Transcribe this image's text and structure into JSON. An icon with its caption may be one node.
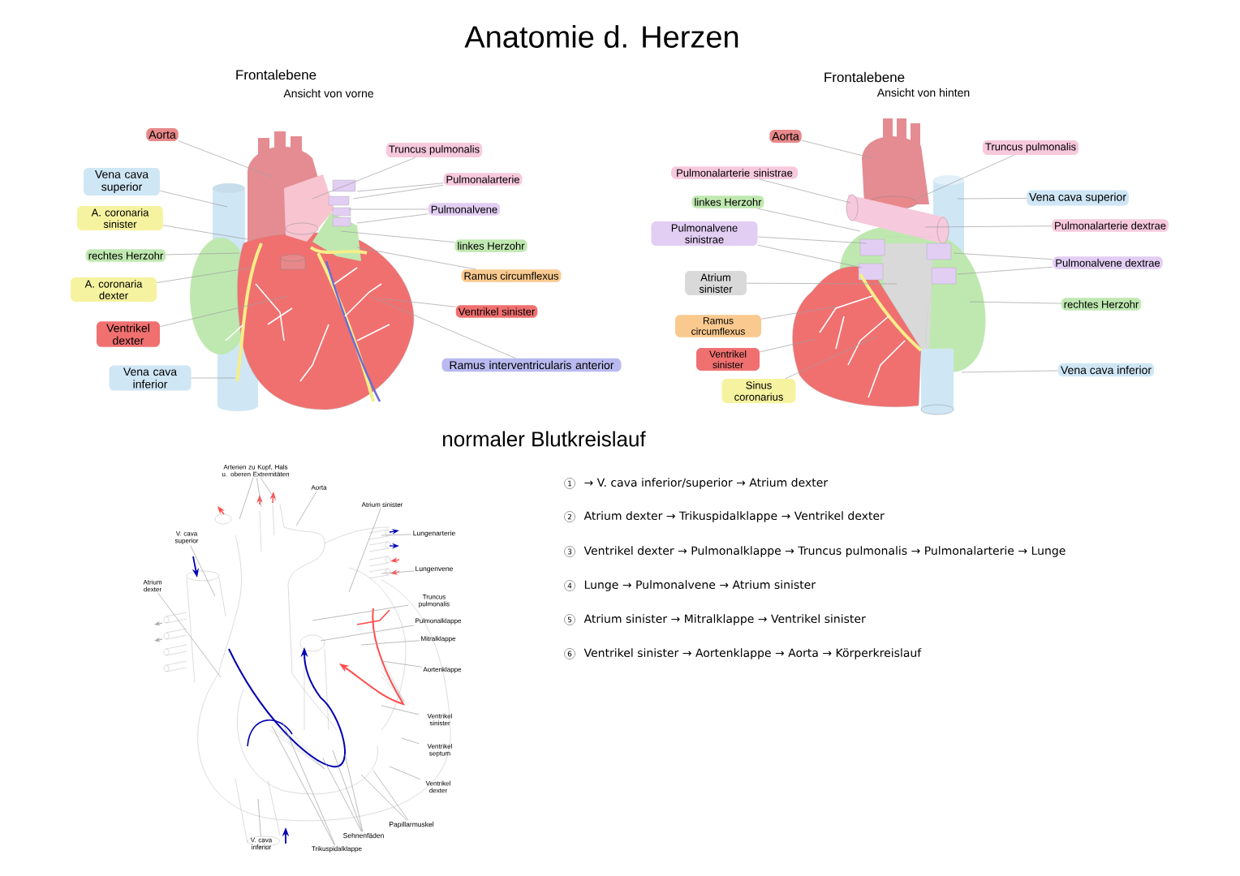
{
  "diagram": {
    "title": "Anatomie d. Herzen",
    "nodes": [
      {
        "text": [
          "Aorta"
        ]
      },
      {
        "text": [
          "Vena cava superior"
        ]
      },
      {
        "text": [
          "A. coronaria sinister"
        ]
      },
      {
        "text": [
          "rechtes Herzohr"
        ]
      },
      {
        "text": [
          "A. coronaria dexter"
        ]
      },
      {
        "text": [
          "Ventrikel dexter"
        ]
      },
      {
        "text": [
          "Vena cava inferior"
        ]
      },
      {
        "text": [
          "Truncus pulmonalis"
        ]
      },
      {
        "text": [
          "Pulmonalarterie"
        ]
      },
      {
        "text": [
          "Pulmonalvene"
        ]
      },
      {
        "text": [
          "linkes Herzohr"
        ]
      },
      {
        "text": [
          "Ramus circumflexus"
        ]
      },
      {
        "text": [
          "Ventrikel sinister"
        ]
      },
      {
        "text": [
          "Ramus interventricularis anterior"
        ]
      },
      {
        "text": [
          "Aorta"
        ]
      },
      {
        "text": [
          "Pulmonalarterie sinistrae"
        ]
      },
      {
        "text": [
          "linkes Herzohr"
        ]
      },
      {
        "text": [
          "Pulmonalvene sinistrae"
        ]
      },
      {
        "text": [
          "Atrium sinister"
        ]
      },
      {
        "text": [
          "Ramus circumflexus"
        ]
      },
      {
        "text": [
          "Ventrikel sinister"
        ]
      },
      {
        "text": [
          "Sinus coronarius"
        ]
      },
      {
        "text": [
          "Truncus pulmonalis"
        ]
      },
      {
        "text": [
          "Vena cava superior"
        ]
      },
      {
        "text": [
          "Pulmonalarterie dextrae"
        ]
      },
      {
        "text": [
          "Pulmonalvene dextrae"
        ]
      },
      {
        "text": [
          "rechtes Herzohr"
        ]
      },
      {
        "text": [
          "Vena cava inferior"
        ]
      },
      {
        "text": [
          "Arterien zu Kopf, Hals u. oberen Extremitäten"
        ]
      },
      {
        "text": [
          "Aorta"
        ]
      },
      {
        "text": [
          "Atrium sinister"
        ]
      },
      {
        "text": [
          "V. cava superior"
        ]
      },
      {
        "text": [
          "Atrium dexter"
        ]
      },
      {
        "text": [
          "Lungenarterie"
        ]
      },
      {
        "text": [
          "Lungenvene"
        ]
      },
      {
        "text": [
          "Truncus pulmonalis"
        ]
      },
      {
        "text": [
          "Pulmonalklappe"
        ]
      },
      {
        "text": [
          "Mitralklappe"
        ]
      },
      {
        "text": [
          "Aortenklappe"
        ]
      },
      {
        "text": [
          "Ventrikel sinister"
        ]
      },
      {
        "text": [
          "Ventrikel septum"
        ]
      },
      {
        "text": [
          "Ventrikel dexter"
        ]
      },
      {
        "text": [
          "Papillarmuskel"
        ]
      },
      {
        "text": [
          "Sehnenfäden"
        ]
      },
      {
        "text": [
          "Trikuspidalklappe"
        ]
      },
      {
        "text": [
          "V. cava inferior"
        ]
      }
    ],
    "edges": [
      {
        "from": 0,
        "to": null,
        "arrow": "none"
      },
      {
        "from": 1,
        "to": null,
        "arrow": "none"
      },
      {
        "from": 2,
        "to": null,
        "arrow": "none"
      },
      {
        "from": 3,
        "to": null,
        "arrow": "none"
      },
      {
        "from": 4,
        "to": null,
        "arrow": "none"
      },
      {
        "from": 5,
        "to": null,
        "arrow": "none"
      },
      {
        "from": 6,
        "to": null,
        "arrow": "none"
      },
      {
        "from": 7,
        "to": null,
        "arrow": "none"
      },
      {
        "from": 8,
        "to": null,
        "arrow": "none"
      },
      {
        "from": 8,
        "to": null,
        "arrow": "none"
      },
      {
        "from": 9,
        "to": null,
        "arrow": "none"
      },
      {
        "from": 9,
        "to": null,
        "arrow": "none"
      },
      {
        "from": 10,
        "to": null,
        "arrow": "none"
      },
      {
        "from": 11,
        "to": null,
        "arrow": "none"
      },
      {
        "from": 12,
        "to": null,
        "arrow": "none"
      },
      {
        "from": 13,
        "to": null,
        "arrow": "none"
      },
      {
        "from": 14,
        "to": null,
        "arrow": "none"
      },
      {
        "from": 15,
        "to": null,
        "arrow": "none"
      },
      {
        "from": 16,
        "to": null,
        "arrow": "none"
      },
      {
        "from": 17,
        "to": null,
        "arrow": "none"
      },
      {
        "from": 17,
        "to": null,
        "arrow": "none"
      },
      {
        "from": 18,
        "to": null,
        "arrow": "none"
      },
      {
        "from": 19,
        "to": null,
        "arrow": "none"
      },
      {
        "from": 20,
        "to": null,
        "arrow": "none"
      },
      {
        "from": 21,
        "to": null,
        "arrow": "none"
      },
      {
        "from": 22,
        "to": null,
        "arrow": "none"
      },
      {
        "from": 23,
        "to": null,
        "arrow": "none"
      },
      {
        "from": 24,
        "to": null,
        "arrow": "none"
      },
      {
        "from": 25,
        "to": null,
        "arrow": "none"
      },
      {
        "from": 25,
        "to": null,
        "arrow": "none"
      },
      {
        "from": 26,
        "to": null,
        "arrow": "none"
      },
      {
        "from": 27,
        "to": null,
        "arrow": "none"
      },
      {
        "from": 28,
        "to": null,
        "arrow": "none"
      },
      {
        "from": 28,
        "to": null,
        "arrow": "none"
      },
      {
        "from": 28,
        "to": null,
        "arrow": "none"
      },
      {
        "from": 29,
        "to": null,
        "arrow": "none"
      },
      {
        "from": 30,
        "to": null,
        "arrow": "none"
      },
      {
        "from": 31,
        "to": null,
        "arrow": "none"
      },
      {
        "from": 32,
        "to": null,
        "arrow": "none"
      },
      {
        "from": 33,
        "to": null,
        "arrow": "none"
      },
      {
        "from": 34,
        "to": null,
        "arrow": "none"
      },
      {
        "from": 35,
        "to": null,
        "arrow": "none"
      },
      {
        "from": 36,
        "to": null,
        "arrow": "none"
      },
      {
        "from": 37,
        "to": null,
        "arrow": "none"
      },
      {
        "from": 38,
        "to": null,
        "arrow": "none"
      },
      {
        "from": 39,
        "to": null,
        "arrow": "none"
      },
      {
        "from": 40,
        "to": null,
        "arrow": "none"
      },
      {
        "from": 41,
        "to": null,
        "arrow": "none"
      },
      {
        "from": 42,
        "to": null,
        "arrow": "none"
      },
      {
        "from": 42,
        "to": null,
        "arrow": "none"
      },
      {
        "from": 43,
        "to": null,
        "arrow": "none"
      },
      {
        "from": 43,
        "to": null,
        "arrow": "none"
      },
      {
        "from": 43,
        "to": null,
        "arrow": "none"
      },
      {
        "from": 44,
        "to": null,
        "arrow": "none"
      },
      {
        "from": 44,
        "to": null,
        "arrow": "none"
      },
      {
        "from": 45,
        "to": null,
        "arrow": "none"
      }
    ],
    "labels": [
      "Frontalebene",
      "Ansicht von vorne",
      "Frontalebene",
      "Ansicht von hinten",
      "normaler Blutkreislauf",
      "1",
      "→ V. cava inferior/superior → Atrium dexter",
      "2",
      "Atrium dexter → Trikuspidalklappe → Ventrikel dexter",
      "3",
      "Ventrikel dexter → Pulmonalklappe → Truncus pulmonalis → Pulmonalarterie → Lunge",
      "4",
      "Lunge → Pulmonalvene → Atrium sinister",
      "5",
      "Atrium sinister → Mitralklappe → Ventrikel sinister",
      "6",
      "Ventrikel sinister → Aortenklappe → Aorta → Körperkreislauf"
    ]
  }
}
